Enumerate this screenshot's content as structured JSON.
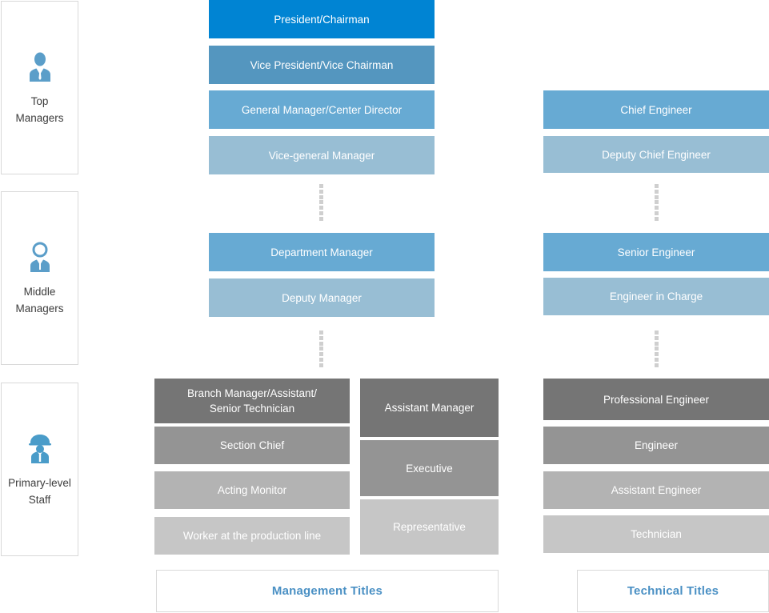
{
  "sidebar": {
    "items": [
      {
        "label": "Top\nManagers",
        "icon": "manager-suit-icon",
        "color": "#5b9ec9"
      },
      {
        "label": "Middle\nManagers",
        "icon": "manager-person-icon",
        "color": "#5b9ec9"
      },
      {
        "label": "Primary-level\nStaff",
        "icon": "worker-helmet-icon",
        "color": "#4a9cc9"
      }
    ]
  },
  "columns": {
    "management": {
      "legend": "Management Titles",
      "top_tier": [
        {
          "label": "President/Chairman",
          "color": "#0084d3"
        },
        {
          "label": "Vice President/Vice Chairman",
          "color": "#5496bf"
        },
        {
          "label": "General Manager/Center Director",
          "color": "#67aad3"
        },
        {
          "label": "Vice-general Manager",
          "color": "#98bed4"
        }
      ],
      "middle_tier": [
        {
          "label": "Department Manager",
          "color": "#67aad3"
        },
        {
          "label": "Deputy Manager",
          "color": "#98bed4"
        }
      ],
      "primary_left": [
        {
          "label": "Branch Manager/Assistant/\nSenior Technician",
          "color": "#757575"
        },
        {
          "label": "Section Chief",
          "color": "#949494"
        },
        {
          "label": "Acting Monitor",
          "color": "#b3b3b3"
        },
        {
          "label": "Worker at the production line",
          "color": "#c6c6c6"
        }
      ],
      "primary_right": [
        {
          "label": "Assistant Manager",
          "color": "#757575"
        },
        {
          "label": "Executive",
          "color": "#949494"
        },
        {
          "label": "Representative",
          "color": "#c6c6c6"
        }
      ]
    },
    "technical": {
      "legend": "Technical Titles",
      "top_tier": [
        {
          "label": "Chief Engineer",
          "color": "#67aad3"
        },
        {
          "label": "Deputy Chief Engineer",
          "color": "#98bed4"
        }
      ],
      "middle_tier": [
        {
          "label": "Senior Engineer",
          "color": "#67aad3"
        },
        {
          "label": "Engineer in Charge",
          "color": "#98bed4"
        }
      ],
      "primary_tier": [
        {
          "label": "Professional Engineer",
          "color": "#757575"
        },
        {
          "label": "Engineer",
          "color": "#949494"
        },
        {
          "label": "Assistant Engineer",
          "color": "#b3b3b3"
        },
        {
          "label": "Technician",
          "color": "#c6c6c6"
        }
      ]
    }
  },
  "connector_dot_color": "#cfcfcf"
}
